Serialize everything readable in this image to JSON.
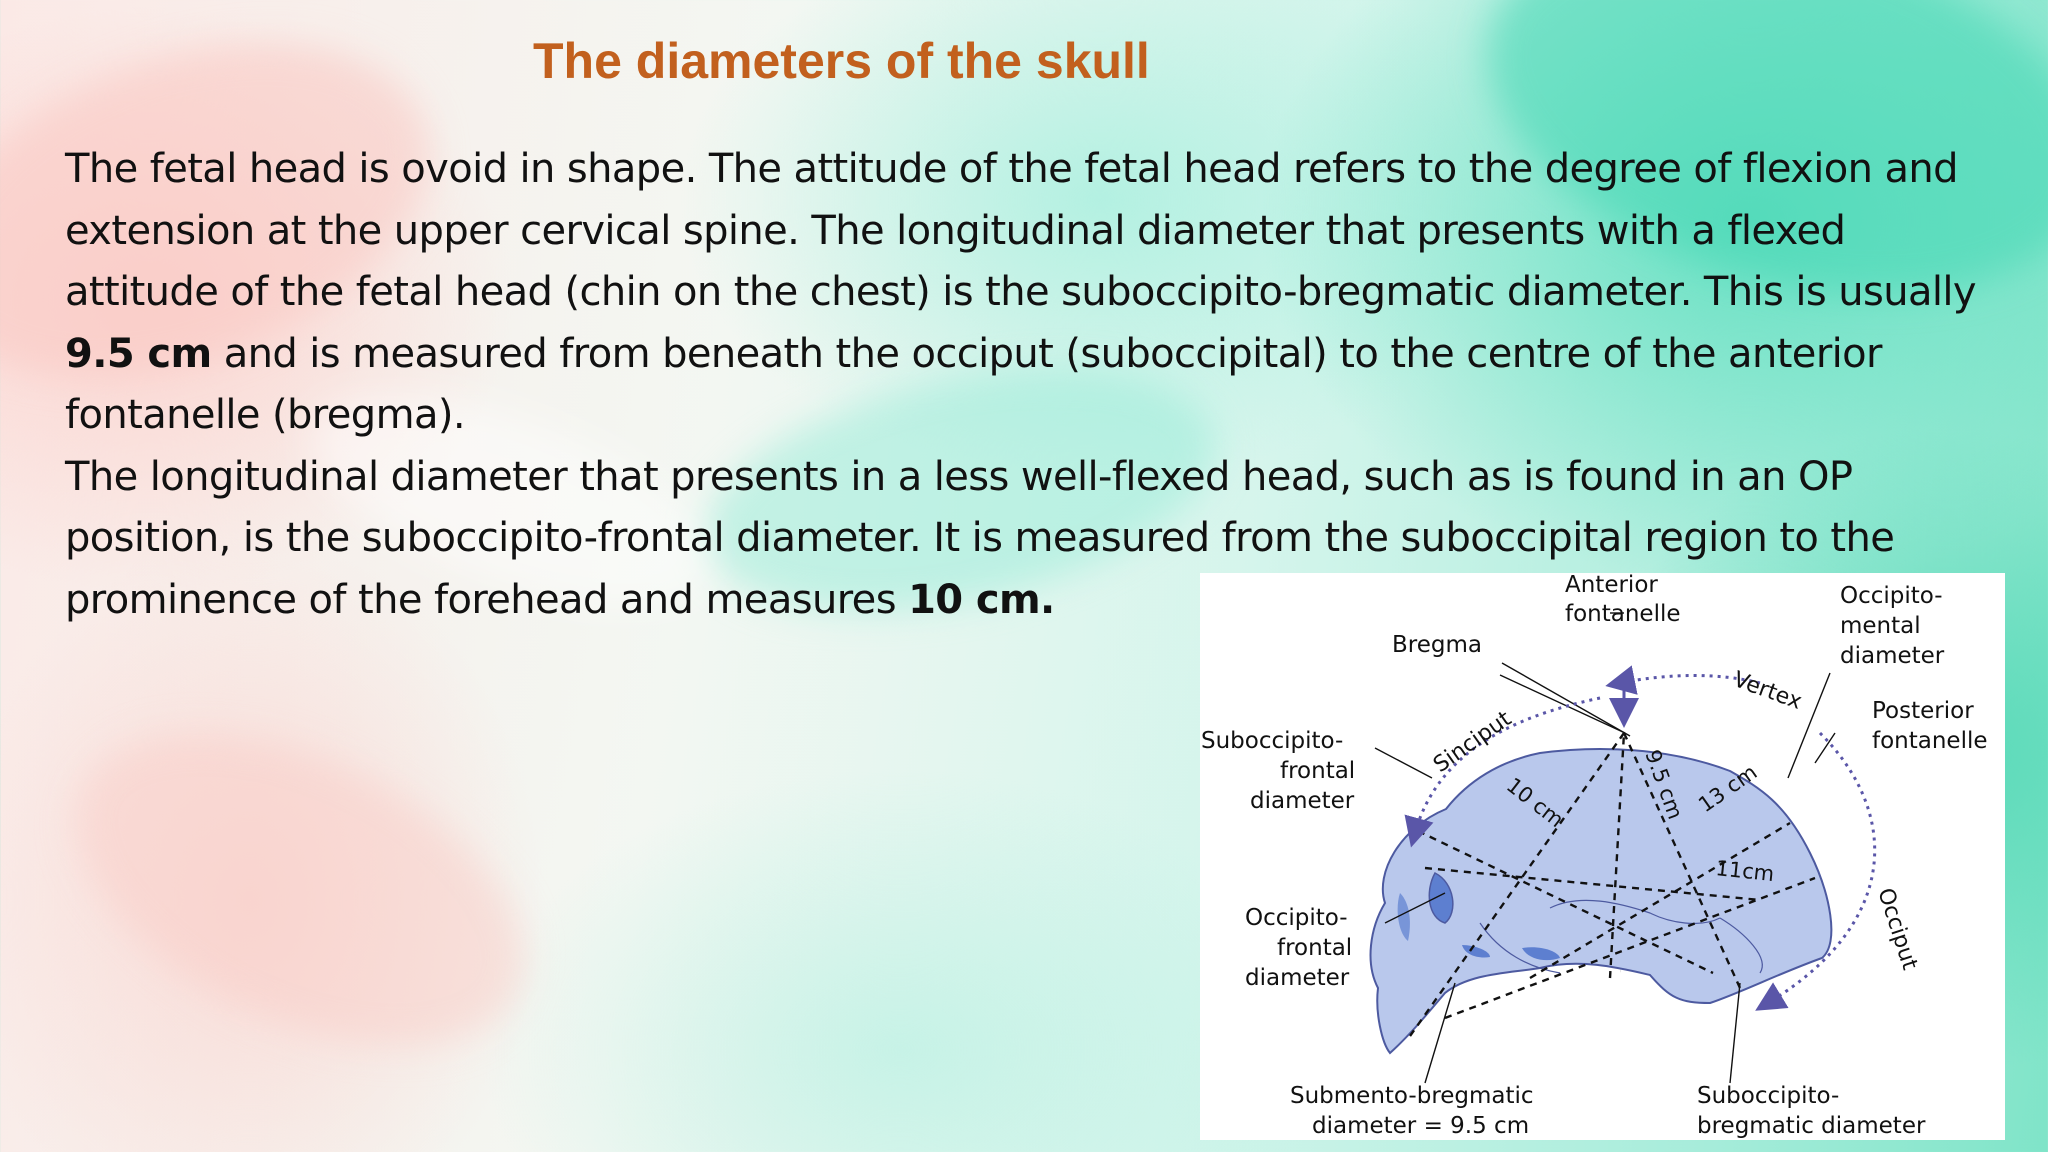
{
  "title": "The diameters of the skull",
  "paragraph1": {
    "part1": "The fetal head is ovoid in shape. The attitude of the fetal head refers to the degree of flexion and extension at the upper cervical spine. The longitudinal diameter that presents with a flexed attitude of the fetal head (chin on the chest) is the suboccipito-bregmatic diameter. This is usually ",
    "bold": "9.5 cm",
    "part2": " and is measured from beneath the occiput (suboccipital) to the centre of the anterior fontanelle (bregma)."
  },
  "paragraph2": {
    "part1": "The longitudinal diameter that presents in a less well-flexed head, such as is found in an OP position, is the suboccipito-frontal diameter. It is measured from the suboccipital region to the prominence of the forehead and measures ",
    "bold": "10 cm."
  },
  "diagram": {
    "labels": {
      "anterior_fontanelle_1": "Anterior",
      "anterior_fontanelle_2": "fontanelle",
      "bregma": "Bregma",
      "occipitomental_1": "Occipito-",
      "occipitomental_2": "mental",
      "occipitomental_3": "diameter",
      "posterior_fontanelle_1": "Posterior",
      "posterior_fontanelle_2": "fontanelle",
      "suboccipitofrontal_1": "Suboccipito-",
      "suboccipitofrontal_2": "frontal",
      "suboccipitofrontal_3": "diameter",
      "occipitofrontal_1": "Occipito-",
      "occipitofrontal_2": "frontal",
      "occipitofrontal_3": "diameter",
      "submentobregmatic_1": "Submento-bregmatic",
      "submentobregmatic_2": "diameter = 9.5 cm",
      "suboccipitobregmatic_1": "Suboccipito-",
      "suboccipitobregmatic_2": "bregmatic diameter"
    },
    "arcs": {
      "vertex": "Vertex",
      "sinciput": "Sinciput",
      "occiput": "Occiput"
    },
    "measurements": {
      "m10": "10 cm",
      "m95": "9.5 cm",
      "m13": "13 cm",
      "m11": "11cm"
    },
    "colors": {
      "skull_fill": "#b9c8ec",
      "skull_stroke": "#4d5aa0",
      "orbit_fill": "#5d7fd0",
      "arrow": "#5a56a8"
    }
  }
}
